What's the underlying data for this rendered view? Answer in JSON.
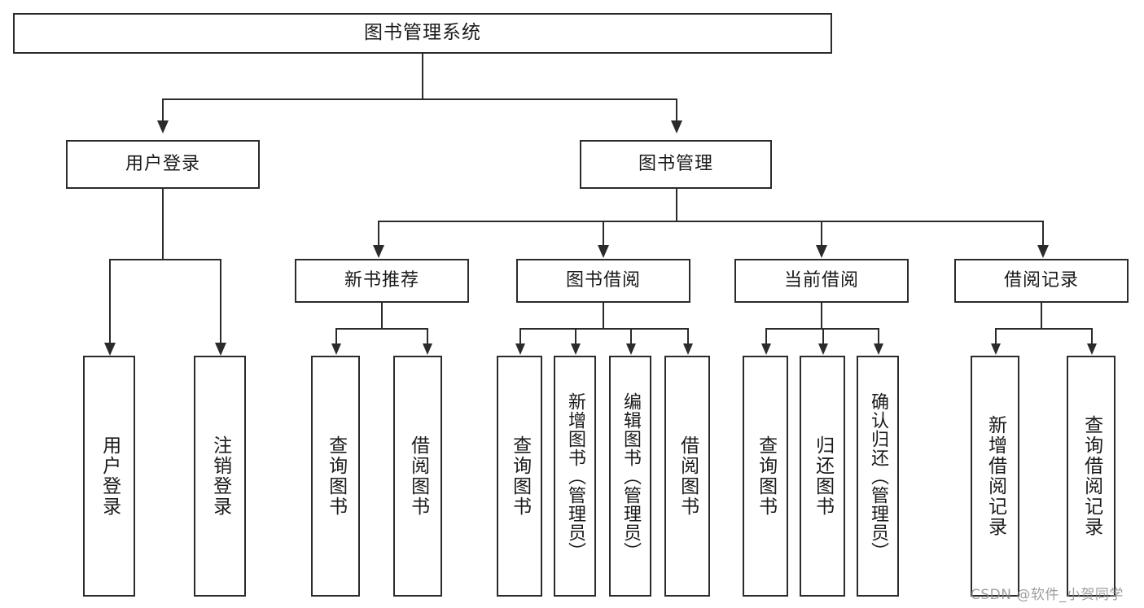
{
  "diagram": {
    "title": "图书管理系统",
    "type": "tree",
    "watermark": "CSDN @软件_小贺同学",
    "colors": {
      "stroke": "#2b2b2b",
      "box_fill": "#ffffff",
      "text": "#1a1a1a",
      "watermark": "#8e8e8e",
      "background": "#ffffff"
    }
  },
  "nodes": {
    "root": {
      "label": "图书管理系统",
      "level": 0
    },
    "level1": [
      {
        "id": "user-login",
        "label": "用户登录"
      },
      {
        "id": "book-manage",
        "label": "图书管理"
      }
    ],
    "level2": [
      {
        "id": "new-book-rec",
        "label": "新书推荐",
        "parent": "book-manage"
      },
      {
        "id": "book-borrow",
        "label": "图书借阅",
        "parent": "book-manage"
      },
      {
        "id": "current-borrow",
        "label": "当前借阅",
        "parent": "book-manage"
      },
      {
        "id": "borrow-record",
        "label": "借阅记录",
        "parent": "book-manage"
      }
    ],
    "leaves": [
      {
        "id": "leaf-user-login",
        "label": "用户登录",
        "parent": "user-login"
      },
      {
        "id": "leaf-logout",
        "label": "注销登录",
        "parent": "user-login"
      },
      {
        "id": "leaf-query-book-1",
        "label": "查询图书",
        "parent": "new-book-rec"
      },
      {
        "id": "leaf-borrow-book-1",
        "label": "借阅图书",
        "parent": "new-book-rec"
      },
      {
        "id": "leaf-query-book-2",
        "label": "查询图书",
        "parent": "book-borrow"
      },
      {
        "id": "leaf-add-book",
        "label": "新增图书（管理员）",
        "parent": "book-borrow"
      },
      {
        "id": "leaf-edit-book",
        "label": "编辑图书（管理员）",
        "parent": "book-borrow"
      },
      {
        "id": "leaf-borrow-book-2",
        "label": "借阅图书",
        "parent": "book-borrow"
      },
      {
        "id": "leaf-query-book-3",
        "label": "查询图书",
        "parent": "current-borrow"
      },
      {
        "id": "leaf-return-book",
        "label": "归还图书",
        "parent": "current-borrow"
      },
      {
        "id": "leaf-confirm-return",
        "label": "确认归还（管理员）",
        "parent": "current-borrow"
      },
      {
        "id": "leaf-add-record",
        "label": "新增借阅记录",
        "parent": "borrow-record"
      },
      {
        "id": "leaf-query-record",
        "label": "查询借阅记录",
        "parent": "borrow-record"
      }
    ]
  }
}
